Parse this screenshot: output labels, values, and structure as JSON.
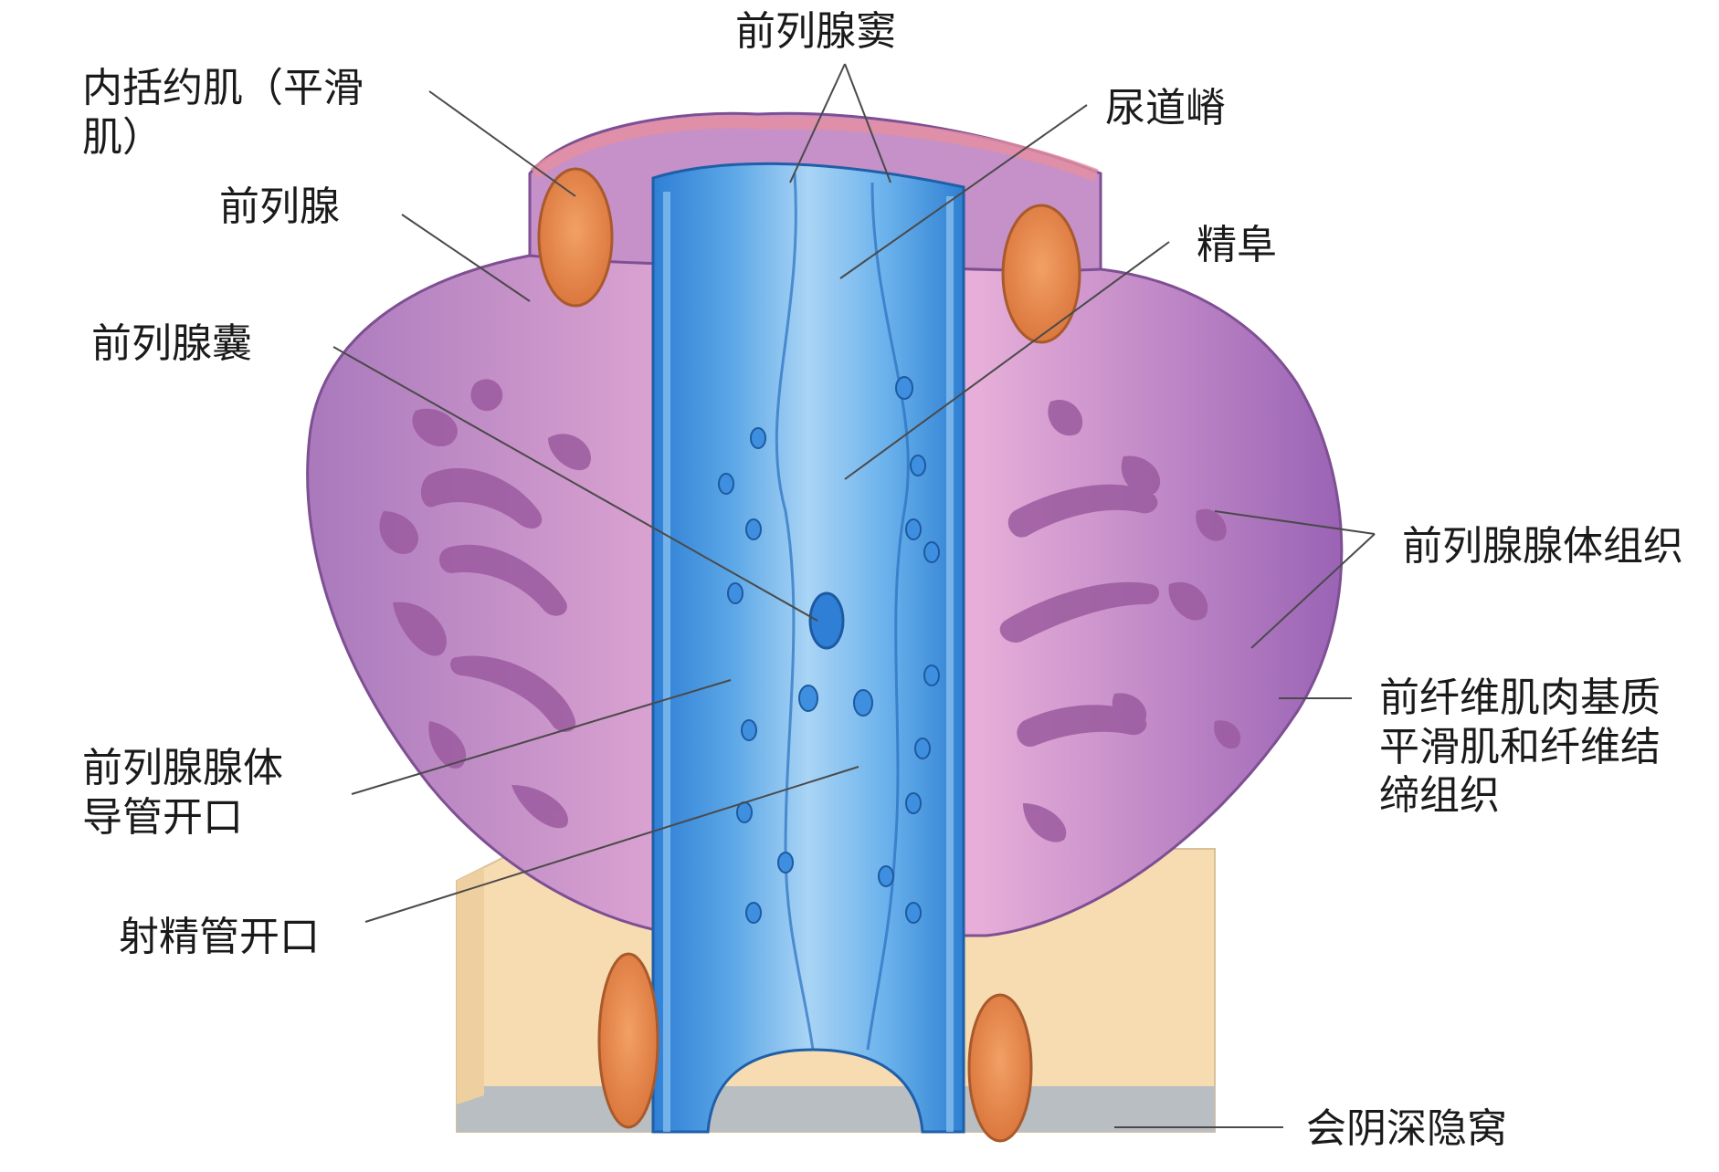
{
  "labels": {
    "prostatic_sinus": "前列腺窦",
    "internal_sphincter_line1": "内括约肌（平滑",
    "internal_sphincter_line2": "肌）",
    "urethral_crest": "尿道嵴",
    "prostate": "前列腺",
    "seminal_colliculus": "精阜",
    "prostatic_utricle": "前列腺囊",
    "glandular_tissue": "前列腺腺体组织",
    "fibromuscular_line1": "前纤维肌肉基质",
    "fibromuscular_line2": "平滑肌和纤维结",
    "fibromuscular_line3": "缔组织",
    "duct_openings_line1": "前列腺腺体",
    "duct_openings_line2": "导管开口",
    "ejaculatory_duct": "射精管开口",
    "deep_perineal_pouch": "会阴深隐窝"
  },
  "colors": {
    "prostate_purple": "#b587c4",
    "prostate_pink": "#e3a9d4",
    "gland_lobules": "#9b5b9f",
    "urethra_blue": "#5aa6e6",
    "urethra_light": "#a9d4f5",
    "sphincter_orange": "#e58a4c",
    "pouch_cream": "#f6dcb0",
    "leader_line": "#4a4a4a"
  }
}
